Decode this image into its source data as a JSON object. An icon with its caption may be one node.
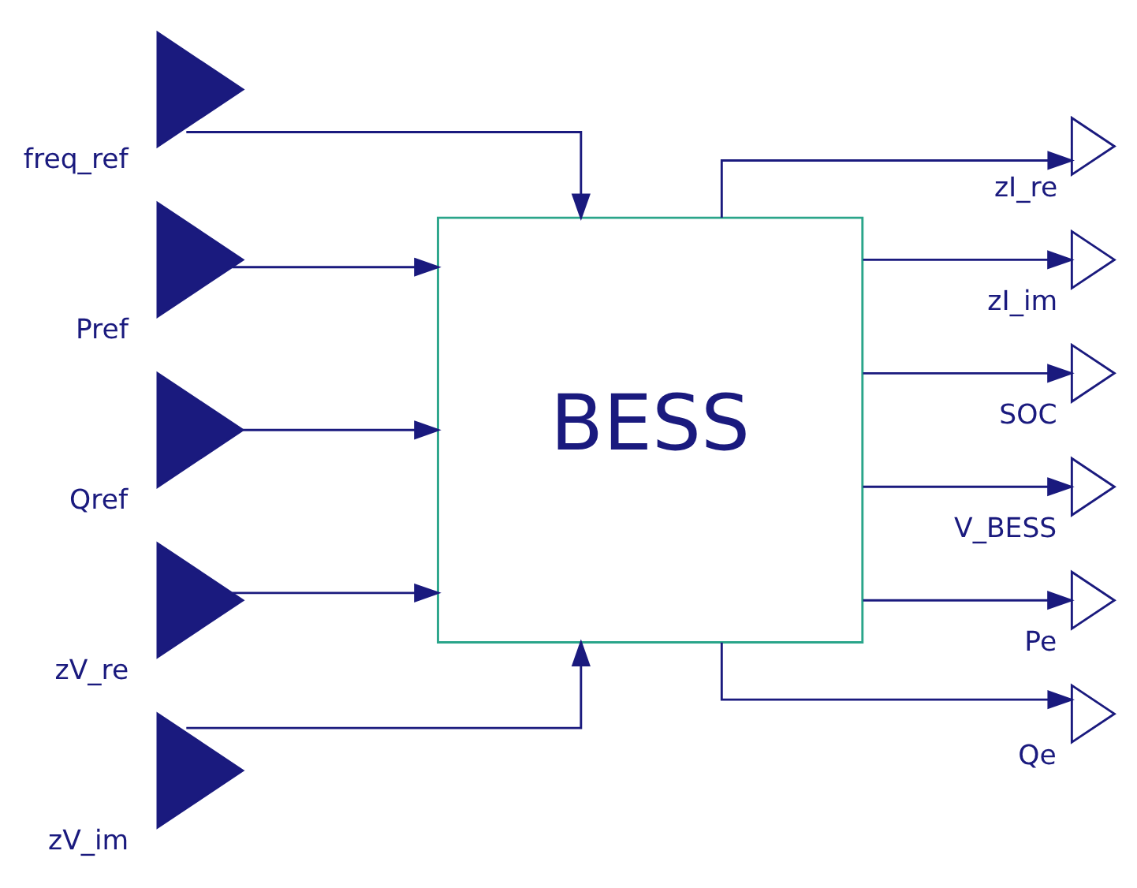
{
  "diagram": {
    "nodes": [
      {
        "text": [
          "freq_ref"
        ]
      },
      {
        "text": [
          "Pref"
        ]
      },
      {
        "text": [
          "Qref"
        ]
      },
      {
        "text": [
          "zV_re"
        ]
      },
      {
        "text": [
          "zV_im"
        ]
      },
      {
        "text": [
          "BESS"
        ]
      },
      {
        "text": [
          "zI_re"
        ]
      },
      {
        "text": [
          "zI_im"
        ]
      },
      {
        "text": [
          "SOC"
        ]
      },
      {
        "text": [
          "V_BESS"
        ]
      },
      {
        "text": [
          "Pe"
        ]
      },
      {
        "text": [
          "Qe"
        ]
      }
    ],
    "edges": [
      {
        "from": 0,
        "to": 5,
        "arrow": "to"
      },
      {
        "from": 1,
        "to": 5,
        "arrow": "to"
      },
      {
        "from": 2,
        "to": 5,
        "arrow": "to"
      },
      {
        "from": 3,
        "to": 5,
        "arrow": "to"
      },
      {
        "from": 4,
        "to": 5,
        "arrow": "to"
      },
      {
        "from": 5,
        "to": 6,
        "arrow": "to"
      },
      {
        "from": 5,
        "to": 7,
        "arrow": "to"
      },
      {
        "from": 5,
        "to": 8,
        "arrow": "to"
      },
      {
        "from": 5,
        "to": 9,
        "arrow": "to"
      },
      {
        "from": 5,
        "to": 10,
        "arrow": "to"
      },
      {
        "from": 5,
        "to": 11,
        "arrow": "to"
      }
    ]
  }
}
